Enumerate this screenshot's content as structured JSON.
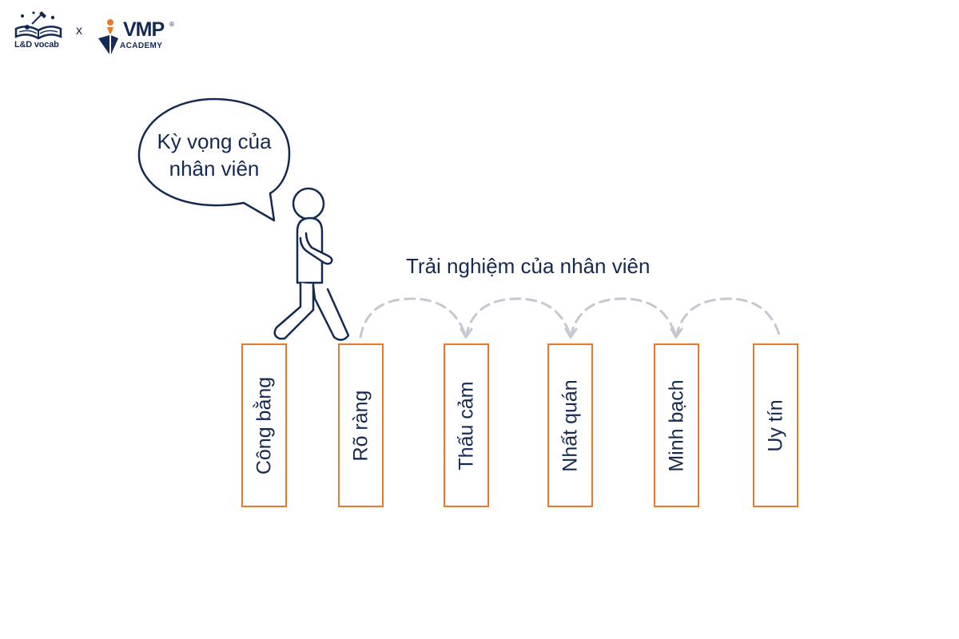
{
  "header": {
    "brand_left": "L&D vocab",
    "separator": "x",
    "brand_right": "VMP",
    "brand_right_reg": "®",
    "brand_right_sub": "ACADEMY"
  },
  "diagram": {
    "speech_bubble_lines": [
      "Kỳ vọng của",
      "nhân viên"
    ],
    "journey_label": "Trải nghiệm của nhân viên",
    "steps": [
      {
        "label": "Công bằng"
      },
      {
        "label": "Rõ ràng"
      },
      {
        "label": "Thấu cảm"
      },
      {
        "label": "Nhất quán"
      },
      {
        "label": "Minh bạch"
      },
      {
        "label": "Uy tín"
      }
    ]
  },
  "colors": {
    "navy": "#142a52",
    "orange": "#e8792a",
    "dash_gray": "#c5c8d2"
  }
}
